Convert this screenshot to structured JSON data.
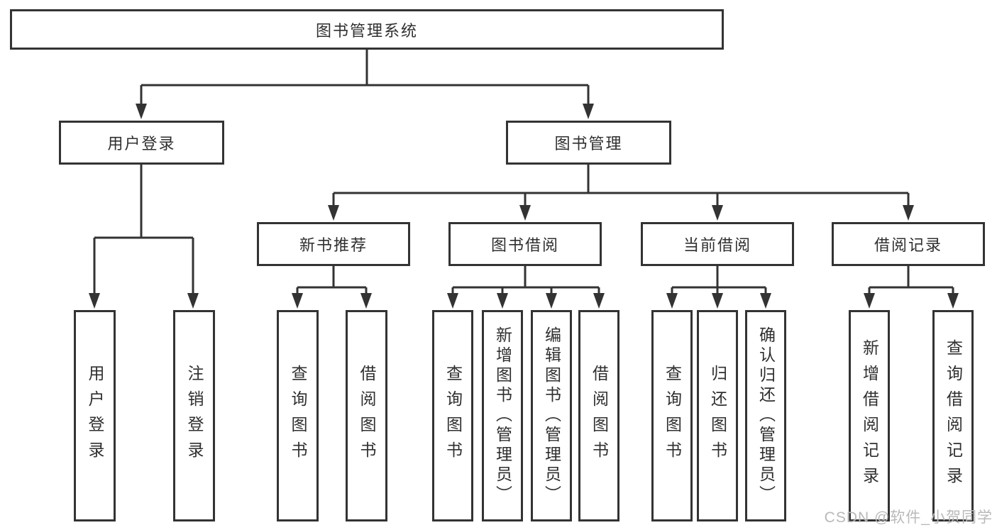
{
  "diagram_title": "图书管理系统",
  "watermark": "CSDN @软件_小贺同学",
  "colors": {
    "line": "#333333",
    "border": "#333333",
    "text": "#2f2f2f",
    "background": "#ffffff",
    "watermark": "#b9b9b9"
  },
  "nodes": {
    "root": {
      "label": "图书管理系统"
    },
    "user_login": {
      "label": "用户登录"
    },
    "book_mgmt": {
      "label": "图书管理"
    },
    "new_book_rec": {
      "label": "新书推荐"
    },
    "book_borrow": {
      "label": "图书借阅"
    },
    "current_borrow": {
      "label": "当前借阅"
    },
    "borrow_record": {
      "label": "借阅记录"
    },
    "leaf_login": {
      "label": "用户登录"
    },
    "leaf_logout": {
      "label": "注销登录"
    },
    "rec_query": {
      "label": "查询图书"
    },
    "rec_borrow": {
      "label": "借阅图书"
    },
    "bb_query": {
      "label": "查询图书"
    },
    "bb_add": {
      "label": "新增图书（管理员）"
    },
    "bb_edit": {
      "label": "编辑图书（管理员）"
    },
    "bb_borrow": {
      "label": "借阅图书"
    },
    "cb_query": {
      "label": "查询图书"
    },
    "cb_return": {
      "label": "归还图书"
    },
    "cb_confirm": {
      "label": "确认归还（管理员）"
    },
    "br_add": {
      "label": "新增借阅记录"
    },
    "br_query": {
      "label": "查询借阅记录"
    }
  },
  "hierarchy": {
    "root": [
      "user_login",
      "book_mgmt"
    ],
    "user_login": [
      "leaf_login",
      "leaf_logout"
    ],
    "book_mgmt": [
      "new_book_rec",
      "book_borrow",
      "current_borrow",
      "borrow_record"
    ],
    "new_book_rec": [
      "rec_query",
      "rec_borrow"
    ],
    "book_borrow": [
      "bb_query",
      "bb_add",
      "bb_edit",
      "bb_borrow"
    ],
    "current_borrow": [
      "cb_query",
      "cb_return",
      "cb_confirm"
    ],
    "borrow_record": [
      "br_add",
      "br_query"
    ]
  }
}
